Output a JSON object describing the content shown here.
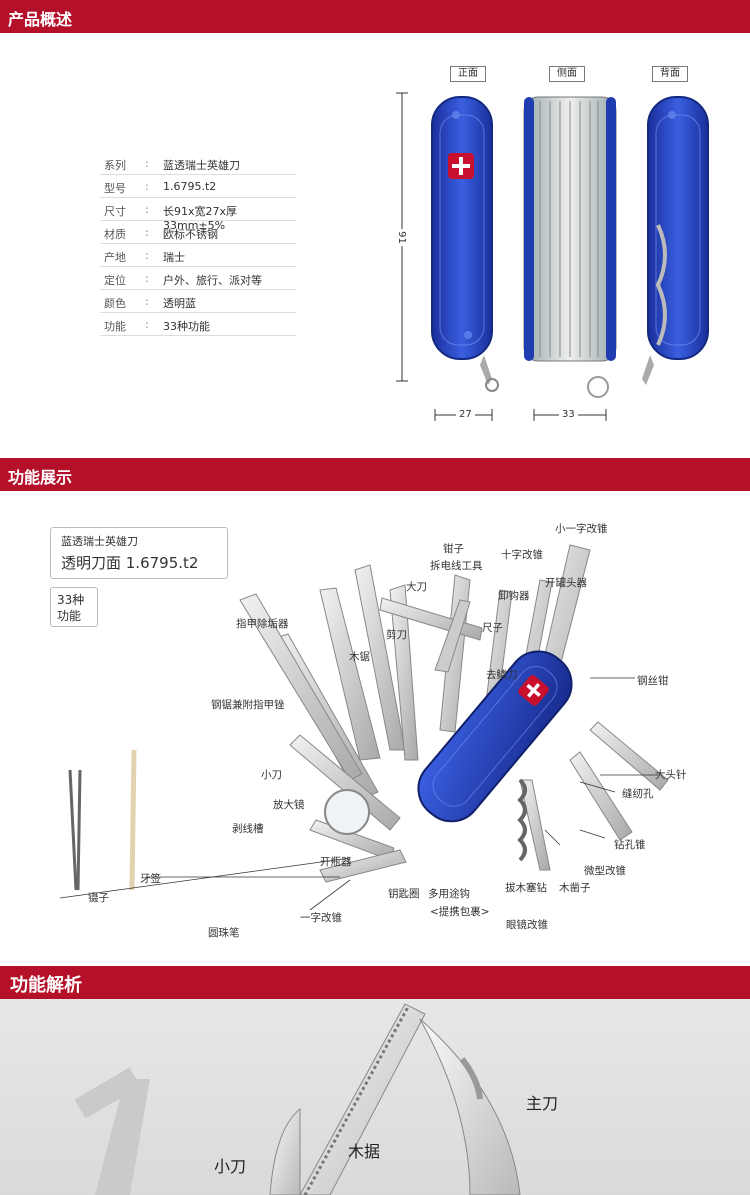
{
  "sections": {
    "overview": "产品概述",
    "showcase": "功能展示",
    "analysis": "功能解析"
  },
  "views": {
    "front": "正面",
    "side": "侧面",
    "back": "背面"
  },
  "dims": {
    "height": "91",
    "width_front": "27",
    "width_side": "33"
  },
  "specs": [
    {
      "key": "系列",
      "value": "蓝透瑞士英雄刀"
    },
    {
      "key": "型号",
      "value": "1.6795.t2"
    },
    {
      "key": "尺寸",
      "value": "长91x宽27x厚33mm±5%"
    },
    {
      "key": "材质",
      "value": "欧标不锈钢"
    },
    {
      "key": "产地",
      "value": "瑞士"
    },
    {
      "key": "定位",
      "value": "户外、旅行、派对等"
    },
    {
      "key": "颜色",
      "value": "透明蓝"
    },
    {
      "key": "功能",
      "value": "33种功能"
    }
  ],
  "infobox": {
    "name": "蓝透瑞士英雄刀",
    "model": "透明刀面 1.6795.t2"
  },
  "count_box": {
    "line1": "33种",
    "line2": "功能"
  },
  "callouts": {
    "small_flat": "小一字改锥",
    "pliers": "钳子",
    "wire_tool": "拆电线工具",
    "cross_screw": "十字改锥",
    "can_opener": "开罐头器",
    "big_blade": "大刀",
    "hook": "卸钩器",
    "nail_file": "指甲除垢器",
    "scissors": "剪刀",
    "ruler": "尺子",
    "wood_saw": "木锯",
    "scale_blade": "去鳞刀",
    "wire_pliers": "钢丝钳",
    "metal_saw": "钢锯兼附指甲锉",
    "small_knife": "小刀",
    "pin": "大头针",
    "magnifier": "放大镜",
    "sewing": "缝纫孔",
    "wire_strip": "剥线槽",
    "drill": "钻孔锥",
    "bottle": "开瓶器",
    "mini_screw": "微型改锥",
    "toothpick": "牙签",
    "corkscrew": "拔木塞钻",
    "chisel": "木凿子",
    "tweezers": "镊子",
    "keyring": "钥匙圈",
    "multi_hook": "多用途钩",
    "carry_bag": "<提携包裹>",
    "flat_screw": "一字改锥",
    "glasses_screw": "眼镜改锥",
    "pen": "圆珠笔"
  },
  "analysis_labels": {
    "small_knife": "小刀",
    "wood_saw": "木据",
    "main_blade": "主刀"
  },
  "colors": {
    "brand_red": "#b5102a",
    "knife_blue": "#1e3fb0"
  }
}
